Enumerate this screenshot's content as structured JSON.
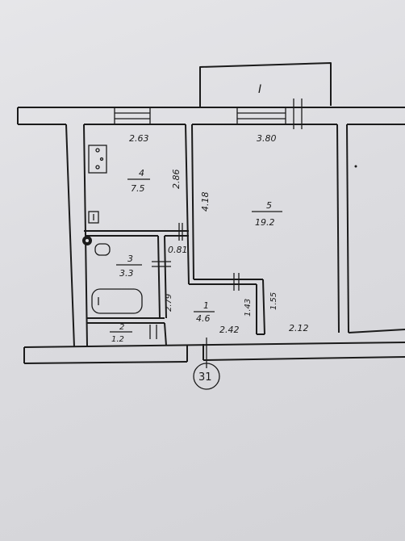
{
  "balcony": {
    "label": "I"
  },
  "rooms": [
    {
      "id": "room-4",
      "number": "4",
      "area": "7.5"
    },
    {
      "id": "room-5",
      "number": "5",
      "area": "19.2"
    },
    {
      "id": "room-3",
      "number": "3",
      "area": "3.3"
    },
    {
      "id": "room-1",
      "number": "1",
      "area": "4.6"
    },
    {
      "id": "room-2",
      "number": "2",
      "area": "1.2"
    }
  ],
  "dimensions": {
    "kitchen_width": "2.63",
    "kitchen_height": "2.86",
    "room5_width": "3.80",
    "room5_height": "4.18",
    "hall_gap": "0.81",
    "bath_height": "2.79",
    "hall_height": "1.43",
    "hall_width": "2.42",
    "room5_lower_height": "1.55",
    "room5_lower_width": "2.12"
  },
  "apartment": {
    "number": "31"
  },
  "colors": {
    "ink": "#1b1b1b",
    "paper": "#e3e3e6"
  }
}
